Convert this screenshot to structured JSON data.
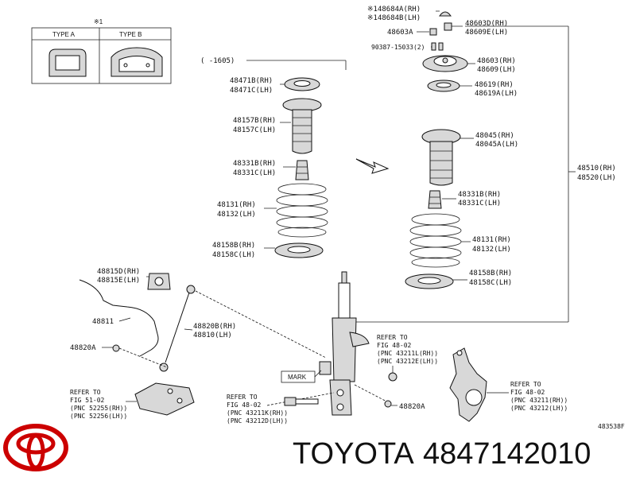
{
  "title_box": {
    "mark": "※1",
    "type_a": "TYPE A",
    "type_b": "TYPE B"
  },
  "date_range": "(    -1605)",
  "labels": {
    "l148684A": "※148684A(RH)",
    "l148684B": "※148684B(LH)",
    "l48603D": "48603D(RH)",
    "l48609E": "48609E(LH)",
    "l48603A": "48603A",
    "l90387": "90387-15033(2)",
    "l48603": "48603(RH)",
    "l48609": "48609(LH)",
    "l48619": "48619(RH)",
    "l48619A": "48619A(LH)",
    "l48045": "48045(RH)",
    "l48045A": "48045A(LH)",
    "l48510": "48510(RH)",
    "l48520": "48520(LH)",
    "r48331B": "48331B(RH)",
    "r48331C": "48331C(LH)",
    "r48131": "48131(RH)",
    "r48132": "48132(LH)",
    "r48158B": "48158B(RH)",
    "r48158C": "48158C(LH)",
    "c48471B": "48471B(RH)",
    "c48471C": "48471C(LH)",
    "c48157B": "48157B(RH)",
    "c48157C": "48157C(LH)",
    "c48331B": "48331B(RH)",
    "c48331C": "48331C(LH)",
    "c48131": "48131(RH)",
    "c48132": "48132(LH)",
    "c48158B": "48158B(RH)",
    "c48158C": "48158C(LH)",
    "l48815D": "48815D(RH)",
    "l48815E": "48815E(LH)",
    "l48811": "48811",
    "l48820B": "48820B(RH)",
    "l48810": "48810(LH)",
    "l48820A_left": "48820A",
    "l48820A_right": "48820A",
    "mark": "MARK",
    "ref1_a": "REFER TO",
    "ref1_b": "FIG 51-02",
    "ref1_c": "(PNC 52255(RH))",
    "ref1_d": "(PNC 52256(LH))",
    "ref2_a": "REFER TO",
    "ref2_b": "FIG 48-02",
    "ref2_c": "(PNC 43211K(RH))",
    "ref2_d": "(PNC 43212D(LH))",
    "ref3_a": "REFER TO",
    "ref3_b": "FIG 48-02",
    "ref3_c": "(PNC 43211L(RH))",
    "ref3_d": "(PNC 43212E(LH))",
    "ref4_a": "REFER TO",
    "ref4_b": "FIG 48-02",
    "ref4_c": "(PNC 43211(RH))",
    "ref4_d": "(PNC 43212(LH))",
    "diagram_id": "483538F"
  },
  "brand": {
    "name": "TOYOTA",
    "part_number": "4847142010",
    "logo_color": "#cc0000"
  }
}
